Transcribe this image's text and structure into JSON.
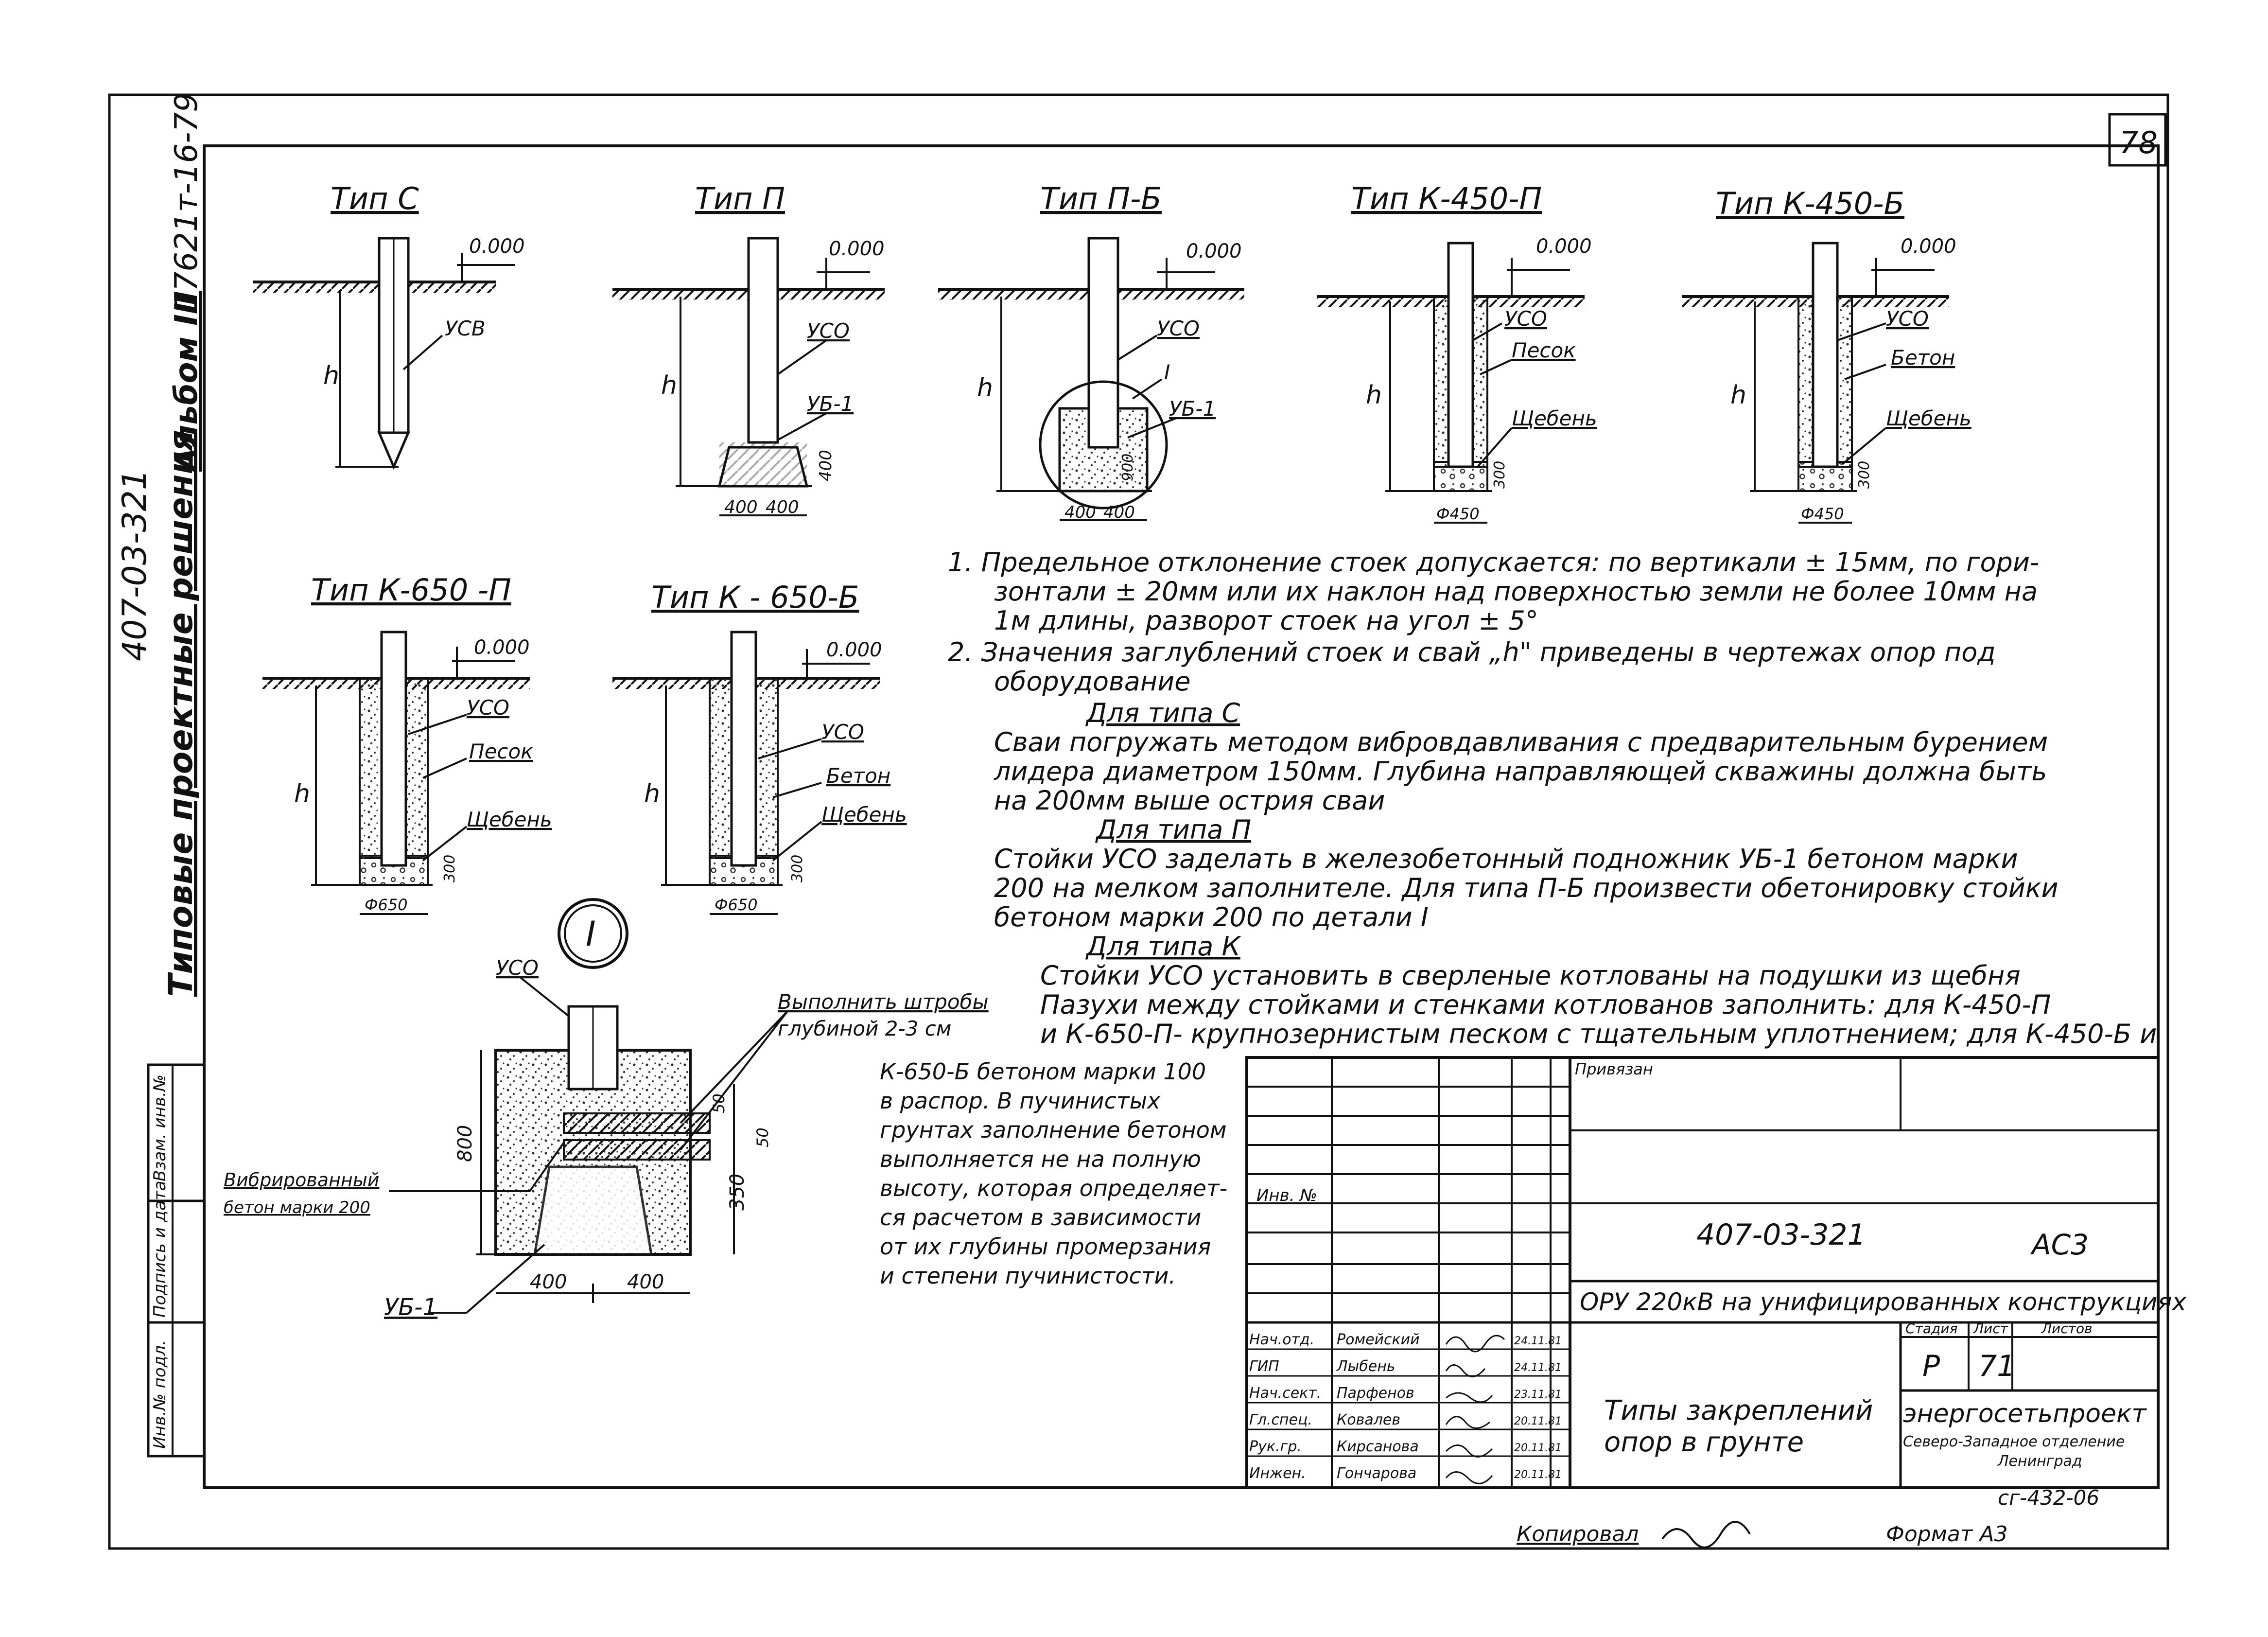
{
  "sheet": {
    "page_number": "78",
    "side_project": "407-03-321",
    "side_album": "Альбом III",
    "side_number": "17621т-16-79",
    "side_title": "Типовые проектные решения",
    "side_boxes": [
      "Инв.№ подл.",
      "Подпись и дата",
      "Взам. инв.№"
    ]
  },
  "types": [
    {
      "label": "Тип С",
      "level": "0.000",
      "depth": "h",
      "notes": [
        "УСВ"
      ]
    },
    {
      "label": "Тип П",
      "level": "0.000",
      "depth": "h",
      "notes": [
        "УСО",
        "УБ-1"
      ],
      "dims": [
        "400",
        "400",
        "400"
      ]
    },
    {
      "label": "Тип П-Б",
      "level": "0.000",
      "depth": "h",
      "notes": [
        "УСО",
        "I",
        "УБ-1"
      ],
      "dims": [
        "400",
        "400",
        "900"
      ]
    },
    {
      "label": "Тип К-450-П",
      "level": "0.000",
      "depth": "h",
      "notes": [
        "УСО",
        "Песок",
        "Щебень"
      ],
      "dims": [
        "Ф450",
        "300"
      ]
    },
    {
      "label": "Тип К-450-Б",
      "level": "0.000",
      "depth": "h",
      "notes": [
        "УСО",
        "Бетон",
        "Щебень"
      ],
      "dims": [
        "Ф450",
        "300"
      ]
    },
    {
      "label": "Тип К-650 -П",
      "level": "0.000",
      "depth": "h",
      "notes": [
        "УСО",
        "Песок",
        "Щебень"
      ],
      "dims": [
        "Ф650",
        "300"
      ]
    },
    {
      "label": "Тип К - 650-Б",
      "level": "0.000",
      "depth": "h",
      "notes": [
        "УСО",
        "Бетон",
        "Щебень"
      ],
      "dims": [
        "Ф650",
        "300"
      ]
    }
  ],
  "detail": {
    "marker": "I",
    "uso": "УСО",
    "ub": "УБ-1",
    "grooves": "Выполнить штробы",
    "grooves_depth": "глубиной 2-3 см",
    "concrete_1": "Вибрированный",
    "concrete_2": "бетон марки 200",
    "dims": [
      "800",
      "400",
      "400",
      "50",
      "50",
      "350"
    ]
  },
  "notes": [
    "1. Предельное отклонение стоек допускается: по вертикали ± 15мм, по гори-",
    "зонтали ± 20мм или их наклон над поверхностью земли не более 10мм на",
    "1м длины, разворот стоек на угол ± 5°",
    "2. Значения заглублений стоек и свай „h\" приведены в чертежах опор под",
    "оборудование",
    "Для типа С",
    "Сваи погружать методом вибровдавливания с предварительным бурением",
    "лидера диаметром 150мм. Глубина направляющей скважины должна быть",
    "на 200мм выше острия сваи",
    "Для типа П",
    "Стойки УСО заделать в железобетонный подножник УБ-1 бетоном марки",
    "200 на мелком заполнителе. Для типа П-Б произвести обетонировку стойки",
    "бетоном марки 200 по детали I",
    "Для типа К",
    "Стойки УСО установить в сверленые котлованы на подушки из щебня",
    "Пазухи между стойками и стенками котлованов заполнить: для К-450-П",
    "и К-650-П- крупнозернистым песком с тщательным уплотнением; для К-450-Б и"
  ],
  "notes_cont": [
    "К-650-Б бетоном марки 100",
    "в распор. В пучинистых",
    "грунтах заполнение бетоном",
    "выполняется не на полную",
    "высоту, которая определяет-",
    "ся расчетом в зависимости",
    "от их глубины промерзания",
    "и степени пучинистости."
  ],
  "stamp": {
    "privyazan": "Привязан",
    "inv": "Инв. №",
    "code": "407-03-321",
    "sheet_code": "АС3",
    "project": "ОРУ 220кВ на унифицированных конструкциях",
    "title_line1": "Типы закреплений",
    "title_line2": "опор в грунте",
    "stadiya_label": "Стадия",
    "list_label": "Лист",
    "listov_label": "Листов",
    "stadiya": "Р",
    "list": "71",
    "org": "энергосетьпроект",
    "org_sub1": "Северо-Западное отделение",
    "org_sub2": "Ленинград",
    "signers": [
      {
        "role": "Нач.отд.",
        "name": "Ромейский",
        "date": "24.11.81"
      },
      {
        "role": "ГИП",
        "name": "Лыбень",
        "date": "24.11.81"
      },
      {
        "role": "Нач.сект.",
        "name": "Парфенов",
        "date": "23.11.81"
      },
      {
        "role": "Гл.спец.",
        "name": "Ковалев",
        "date": "20.11.81"
      },
      {
        "role": "Рук.гр.",
        "name": "Кирсанова",
        "date": "20.11.81"
      },
      {
        "role": "Инжен.",
        "name": "Гончарова",
        "date": "20.11.81"
      }
    ],
    "archive": "сг-432-06"
  },
  "footer": {
    "copied": "Копировал",
    "format": "Формат А3"
  }
}
